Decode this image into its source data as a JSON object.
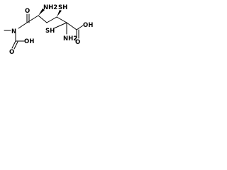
{
  "diagram": {
    "type": "chemical-structure",
    "atom_labels": {
      "nh2_top": "NH2",
      "o_left": "O",
      "sh_top": "SH",
      "n_methyl": "N",
      "oh_left": "OH",
      "o_bottom_left": "O",
      "sh_mid": "SH",
      "nh2_bottom": "NH2",
      "oh_right": "OH",
      "o_right": "O"
    },
    "colors": {
      "line": "#000000",
      "text": "#000000",
      "background": "#ffffff"
    }
  }
}
